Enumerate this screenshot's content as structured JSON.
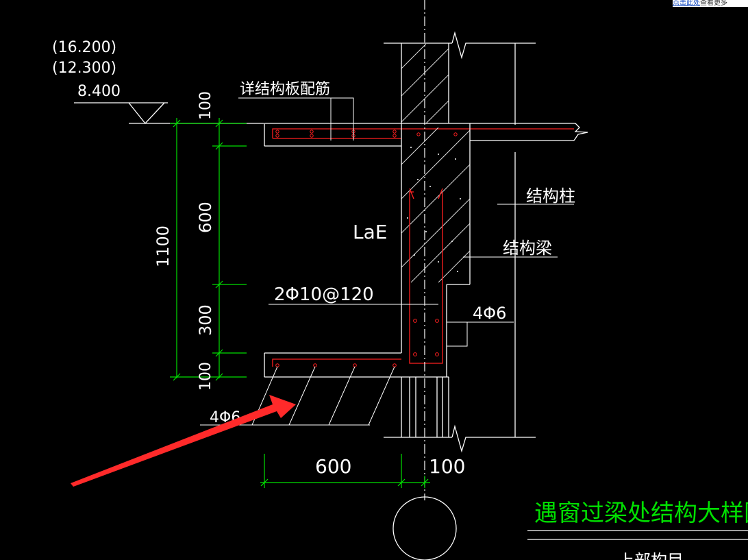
{
  "toolbar": {
    "link_text": "点击此处",
    "rest_text": "查看更多"
  },
  "levels": [
    "(16.200)",
    "(12.300)",
    "8.400"
  ],
  "labels": {
    "slab_note": "详结构板配筋",
    "column": "结构柱",
    "beam": "结构梁",
    "lae": "LaE",
    "rebar_2phi": "2Φ10@120",
    "rebar_4phi_right": "4Φ6",
    "rebar_4phi_left": "4Φ6"
  },
  "dimensions": {
    "total": "1100",
    "seg_top": "100",
    "seg_600": "600",
    "seg_300": "300",
    "seg_bottom": "100",
    "bottom_600": "600",
    "bottom_100": "100"
  },
  "title": "遇窗过梁处结构大样图",
  "subtitle": "上部构目",
  "colors": {
    "background": "#000000",
    "line": "#ffffff",
    "rebar": "#ff2020",
    "dimension": "#00e000",
    "arrow": "#ff2a2a"
  }
}
